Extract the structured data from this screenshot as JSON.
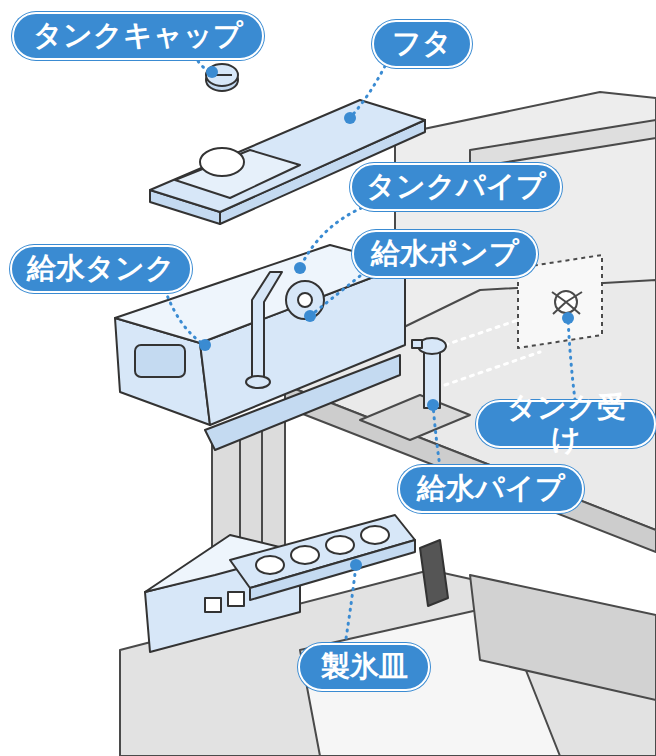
{
  "diagram": {
    "nodes": [
      {
        "text": [
          "タンクキャップ"
        ]
      },
      {
        "text": [
          "フタ"
        ]
      },
      {
        "text": [
          "タンクパイプ"
        ]
      },
      {
        "text": [
          "給水タンク"
        ]
      },
      {
        "text": [
          "給水ポンプ"
        ]
      },
      {
        "text": [
          "タンク受け"
        ]
      },
      {
        "text": [
          "給水パイプ"
        ]
      },
      {
        "text": [
          "製氷皿"
        ]
      }
    ]
  }
}
